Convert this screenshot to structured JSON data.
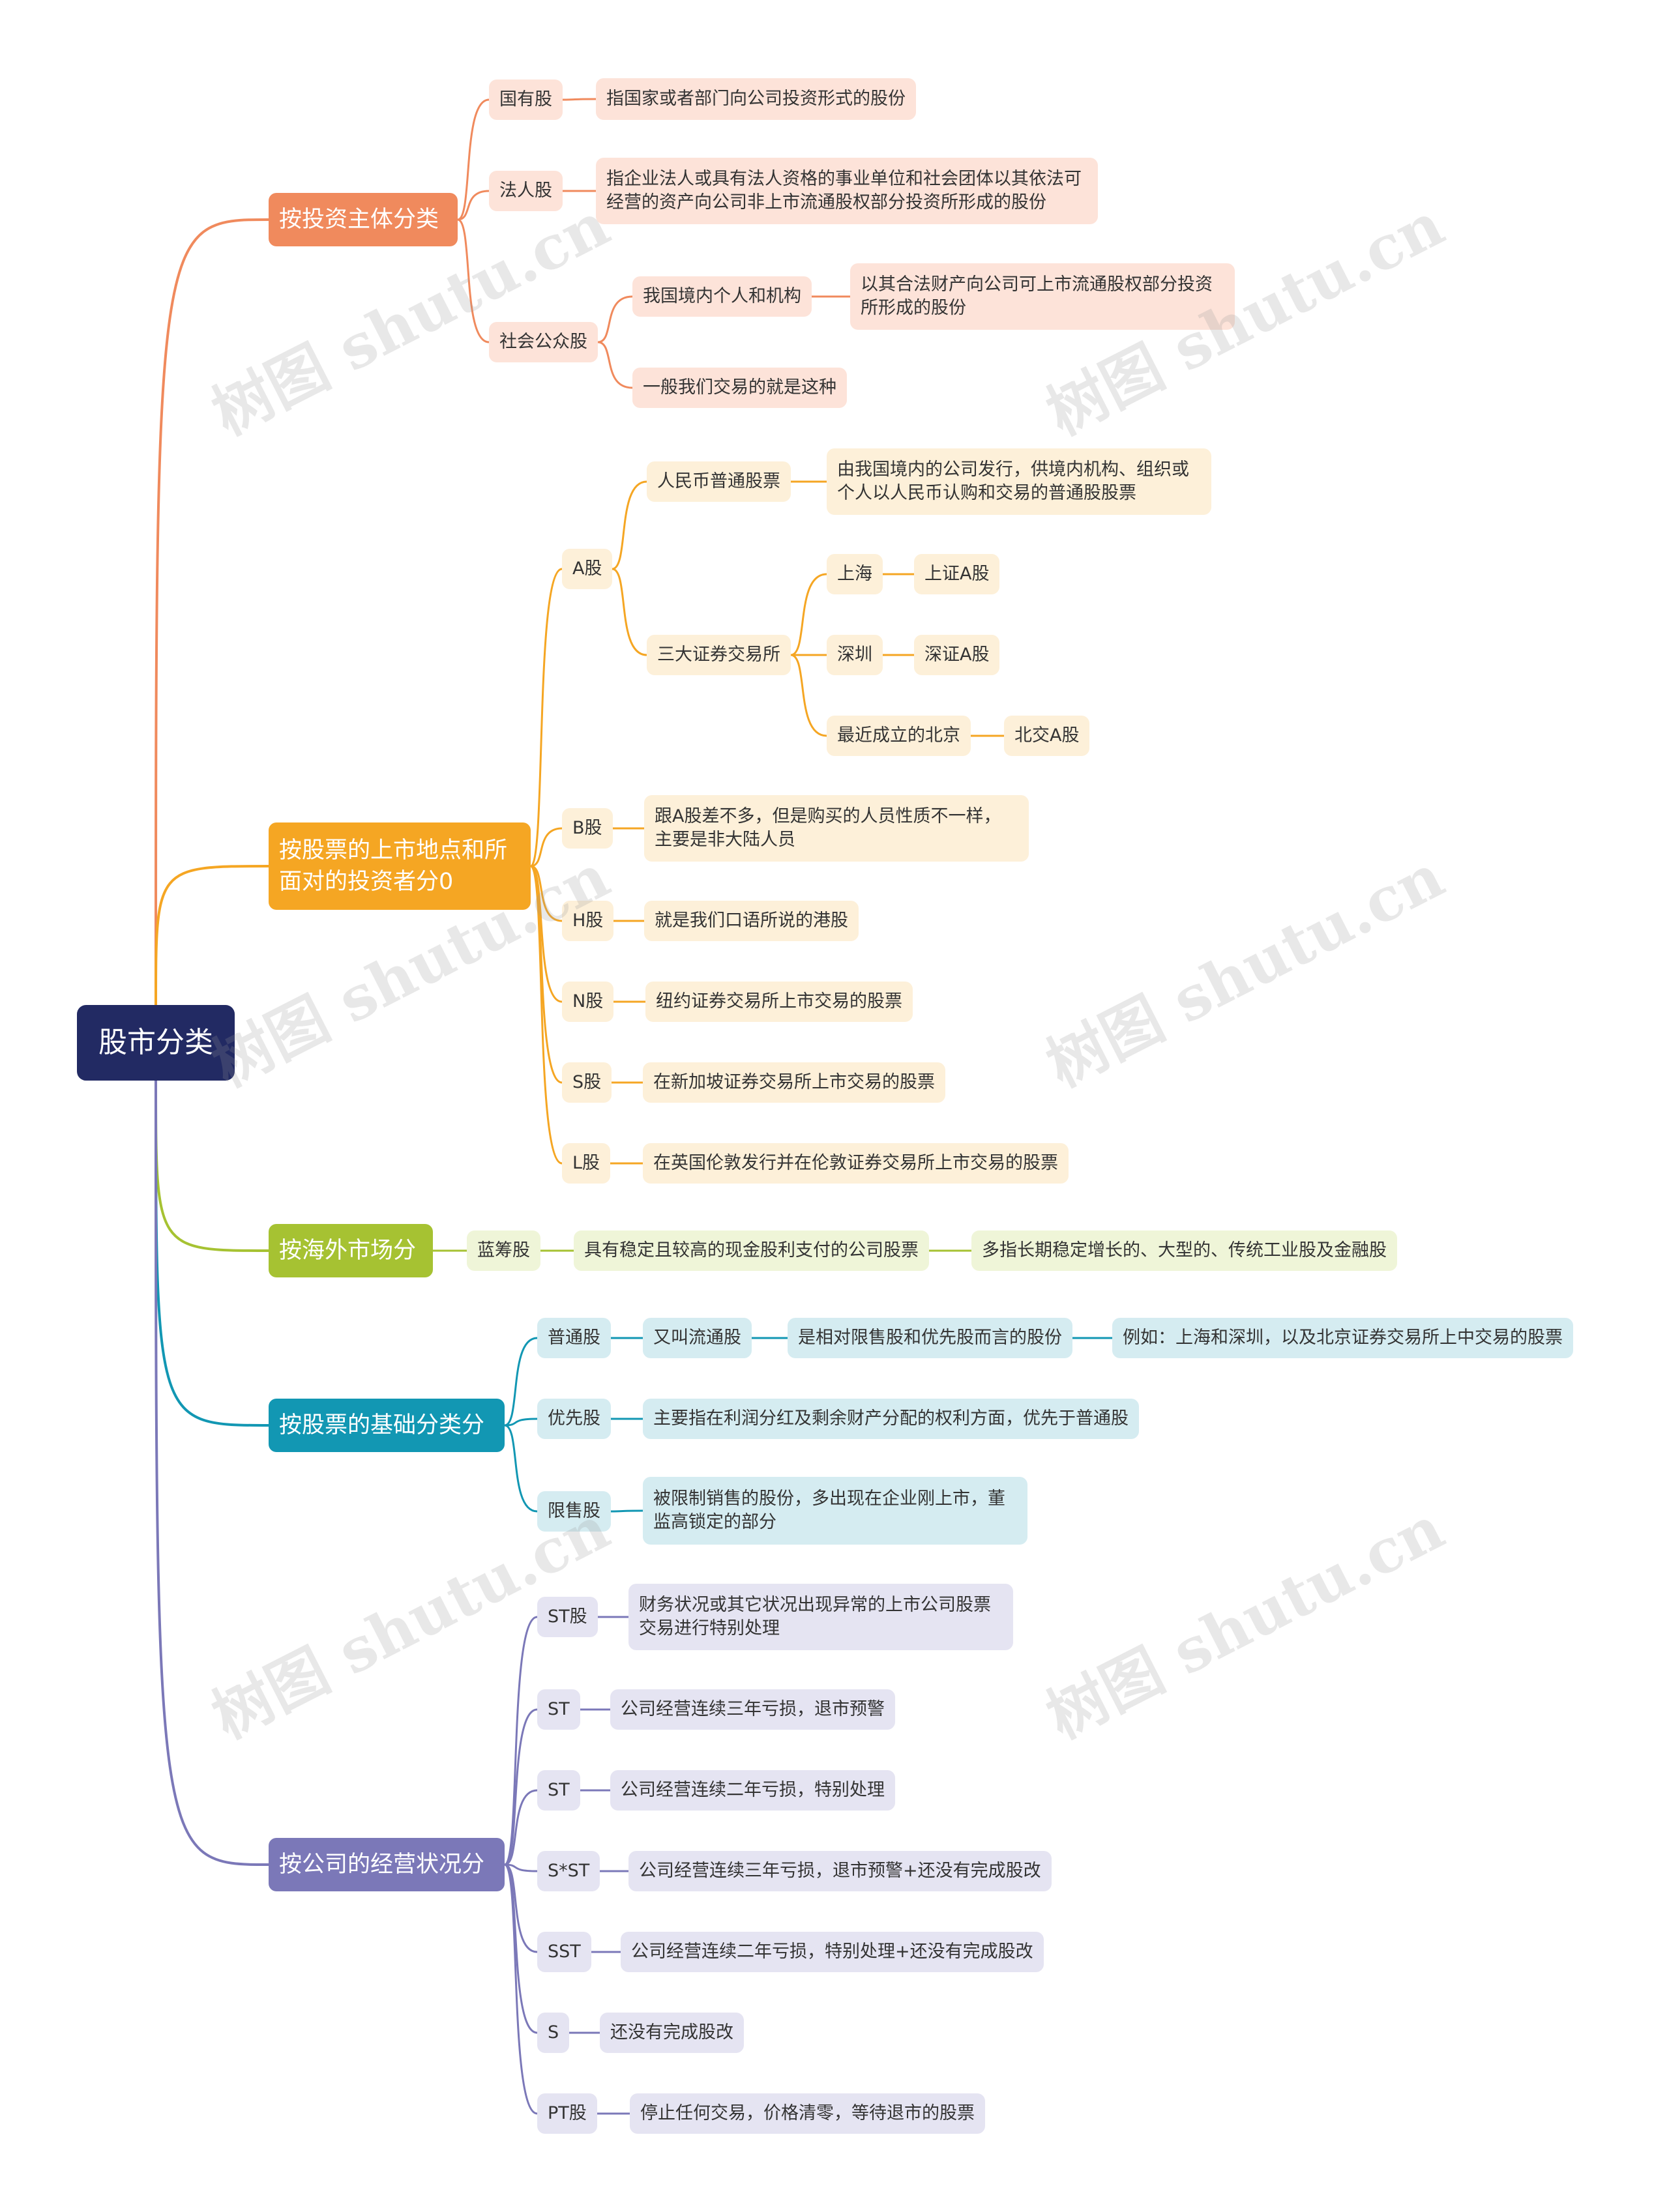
{
  "root": "股市分类",
  "branches": {
    "investor": {
      "label": "按投资主体分类",
      "color": "#f08a5d",
      "items": {
        "state": {
          "label": "国有股",
          "desc": "指国家或者部门向公司投资形式的股份"
        },
        "legal": {
          "label": "法人股",
          "desc": "指企业法人或具有法人资格的事业单位和社会团体以其依法可经营的资产向公司非上市流通股权部分投资所形成的股份"
        },
        "public": {
          "label": "社会公众股",
          "children": {
            "domestic": {
              "label": "我国境内个人和机构",
              "desc": "以其合法财产向公司可上市流通股权部分投资所形成的股份"
            },
            "common": {
              "label": "一般我们交易的就是这种"
            }
          }
        }
      }
    },
    "listing": {
      "label": "按股票的上市地点和所面对的投资者分0",
      "color": "#f5a623",
      "a_share": {
        "label": "A股",
        "rmb": {
          "label": "人民币普通股票",
          "desc": "由我国境内的公司发行，供境内机构、组织或个人以人民币认购和交易的普通股股票"
        },
        "exchanges": {
          "label": "三大证券交易所",
          "shanghai": {
            "label": "上海",
            "value": "上证A股"
          },
          "shenzhen": {
            "label": "深圳",
            "value": "深证A股"
          },
          "beijing": {
            "label": "最近成立的北京",
            "value": "北交A股"
          }
        }
      },
      "b_share": {
        "label": "B股",
        "desc": "跟A股差不多，但是购买的人员性质不一样，主要是非大陆人员"
      },
      "h_share": {
        "label": "H股",
        "desc": "就是我们口语所说的港股"
      },
      "n_share": {
        "label": "N股",
        "desc": "纽约证券交易所上市交易的股票"
      },
      "s_share": {
        "label": "S股",
        "desc": "在新加坡证券交易所上市交易的股票"
      },
      "l_share": {
        "label": "L股",
        "desc": "在英国伦敦发行并在伦敦证券交易所上市交易的股票"
      }
    },
    "overseas": {
      "label": "按海外市场分",
      "color": "#a6c232",
      "bluechip": {
        "label": "蓝筹股",
        "desc": "具有稳定且较高的现金股利支付的公司股票",
        "note": "多指长期稳定增长的、大型的、传统工业股及金融股"
      }
    },
    "basic": {
      "label": "按股票的基础分类分",
      "color": "#1297b3",
      "common": {
        "label": "普通股",
        "alias": "又叫流通股",
        "desc": "是相对限售股和优先股而言的股份",
        "example": "例如：上海和深圳，以及北京证券交易所上中交易的股票"
      },
      "preferred": {
        "label": "优先股",
        "desc": "主要指在利润分红及剩余财产分配的权利方面，优先于普通股"
      },
      "restricted": {
        "label": "限售股",
        "desc": "被限制销售的股份，多出现在企业刚上市，董监高锁定的部分"
      }
    },
    "status": {
      "label": "按公司的经营状况分",
      "color": "#7b78b8",
      "items": {
        "st_share": {
          "label": "ST股",
          "desc": "财务状况或其它状况出现异常的上市公司股票交易进行特别处理"
        },
        "st1": {
          "label": "ST",
          "desc": "公司经营连续三年亏损，退市预警"
        },
        "st2": {
          "label": "ST",
          "desc": "公司经营连续二年亏损，特别处理"
        },
        "sst_star": {
          "label": "S*ST",
          "desc": "公司经营连续三年亏损，退市预警+还没有完成股改"
        },
        "sst": {
          "label": "SST",
          "desc": "公司经营连续二年亏损，特别处理+还没有完成股改"
        },
        "s": {
          "label": "S",
          "desc": "还没有完成股改"
        },
        "pt": {
          "label": "PT股",
          "desc": "停止任何交易，价格清零，等待退市的股票"
        }
      }
    }
  },
  "watermark": "树图 shutu.cn"
}
